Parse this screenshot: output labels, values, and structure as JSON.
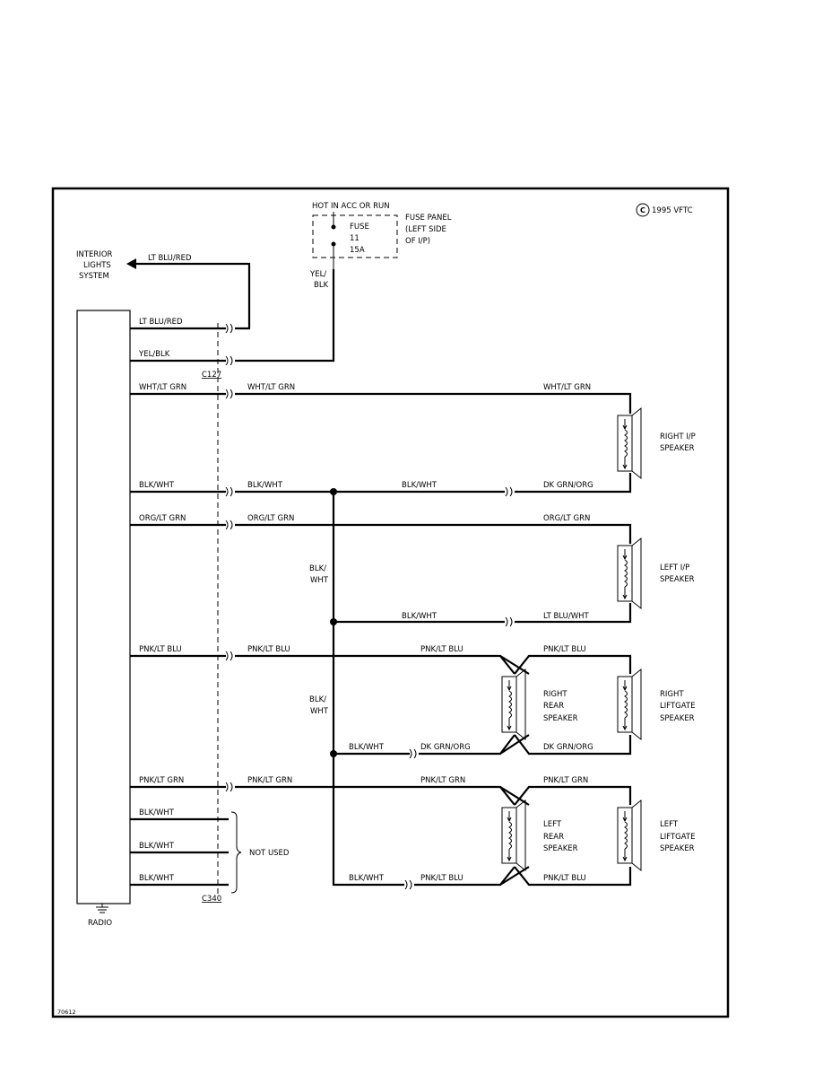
{
  "copyright": "1995 VFTC",
  "copyright_symbol": "C",
  "figure_id": "70612",
  "fuse": {
    "hot_label": "HOT IN ACC OR RUN",
    "fuse_label": "FUSE",
    "fuse_number": "11",
    "fuse_rating": "15A",
    "panel_line1": "FUSE PANEL",
    "panel_line2": "(LEFT SIDE",
    "panel_line3": "OF I/P)"
  },
  "interior": {
    "line1": "INTERIOR",
    "line2": "LIGHTS",
    "line3": "SYSTEM"
  },
  "radio_label": "RADIO",
  "connectors": {
    "top": "C127",
    "bottom": "C340"
  },
  "not_used": "NOT USED",
  "wires": {
    "lt_blu_red": "LT BLU/RED",
    "lt_blu_red_top": "LT BLU/RED",
    "yel_blk": "YEL/BLK",
    "yel_blk_v1": "YEL/",
    "yel_blk_v2": "BLK",
    "wht_ltgrn_1": "WHT/LT GRN",
    "wht_ltgrn_2": "WHT/LT GRN",
    "wht_ltgrn_3": "WHT/LT GRN",
    "blk_wht_1": "BLK/WHT",
    "blk_wht_2": "BLK/WHT",
    "blk_wht_3": "BLK/WHT",
    "dk_grn_org_1": "DK GRN/ORG",
    "org_ltgrn_1": "ORG/LT GRN",
    "org_ltgrn_2": "ORG/LT GRN",
    "org_ltgrn_3": "ORG/LT GRN",
    "blk_wht_v1a": "BLK/",
    "blk_wht_v1b": "WHT",
    "blk_wht_4": "BLK/WHT",
    "lt_blu_wht": "LT BLU/WHT",
    "pnk_ltblu_1": "PNK/LT BLU",
    "pnk_ltblu_2": "PNK/LT BLU",
    "pnk_ltblu_3": "PNK/LT BLU",
    "pnk_ltblu_4": "PNK/LT BLU",
    "blk_wht_v2a": "BLK/",
    "blk_wht_v2b": "WHT",
    "blk_wht_5": "BLK/WHT",
    "dk_grn_org_2": "DK GRN/ORG",
    "dk_grn_org_3": "DK GRN/ORG",
    "pnk_ltgrn_1": "PNK/LT GRN",
    "pnk_ltgrn_2": "PNK/LT GRN",
    "pnk_ltgrn_3": "PNK/LT GRN",
    "pnk_ltgrn_4": "PNK/LT GRN",
    "blk_wht_nu1": "BLK/WHT",
    "blk_wht_nu2": "BLK/WHT",
    "blk_wht_nu3": "BLK/WHT",
    "blk_wht_6": "BLK/WHT",
    "pnk_ltblu_5": "PNK/LT BLU",
    "pnk_ltblu_6": "PNK/LT BLU"
  },
  "speakers": {
    "right_ip": [
      "RIGHT I/P",
      "SPEAKER"
    ],
    "left_ip": [
      "LEFT I/P",
      "SPEAKER"
    ],
    "right_rear": [
      "RIGHT",
      "REAR",
      "SPEAKER"
    ],
    "right_liftgate": [
      "RIGHT",
      "LIFTGATE",
      "SPEAKER"
    ],
    "left_rear": [
      "LEFT",
      "REAR",
      "SPEAKER"
    ],
    "left_liftgate": [
      "LEFT",
      "LIFTGATE",
      "SPEAKER"
    ]
  }
}
